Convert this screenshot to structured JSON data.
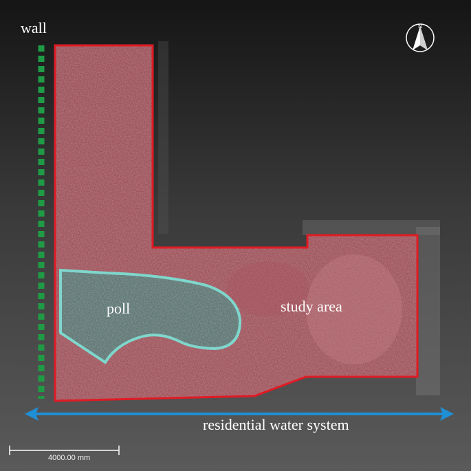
{
  "labels": {
    "wall": "wall",
    "pool": "poll",
    "study_area": "study area",
    "water_system": "residential water system"
  },
  "scale_bar": {
    "text": "4000.00 mm"
  },
  "north_arrow": {
    "letter": "N",
    "icon": "north-arrow-icon"
  },
  "colors": {
    "study_area_outline": "#e01b24",
    "study_area_fill": "#b34a55",
    "pool_outline": "#7fd6cc",
    "pool_fill": "#3f6f6a",
    "wall": "#1f9b46",
    "water_arrow": "#1f8fd6",
    "scale_bar": "#ffffff"
  }
}
